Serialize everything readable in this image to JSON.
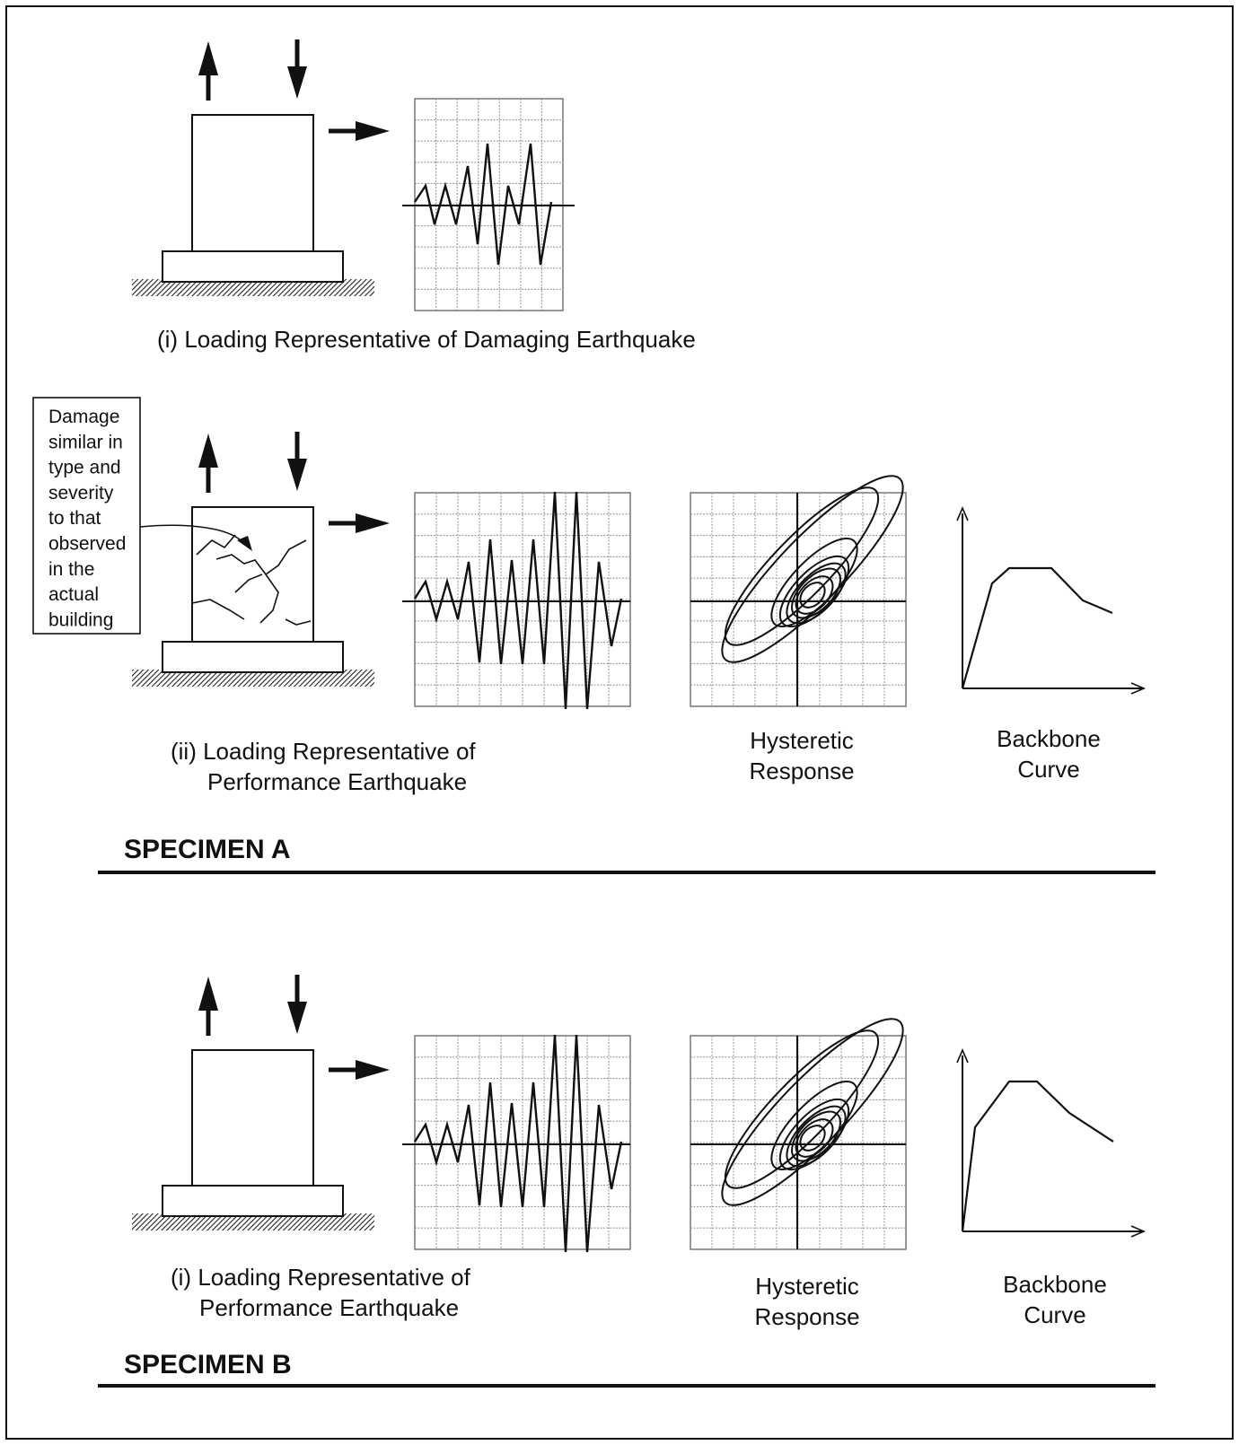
{
  "specimen_a": {
    "heading": "SPECIMEN A",
    "caption_damaging": "(i) Loading Representative of Damaging Earthquake",
    "caption_performance_line1": "(ii) Loading Representative of",
    "caption_performance_line2": "Performance Earthquake",
    "damage_note": [
      "Damage",
      "similar in",
      "type and",
      "severity",
      "to that",
      "observed",
      "in the",
      "actual",
      "building"
    ],
    "hysteretic_label_line1": "Hysteretic",
    "hysteretic_label_line2": "Response",
    "backbone_label_line1": "Backbone",
    "backbone_label_line2": "Curve"
  },
  "specimen_b": {
    "heading": "SPECIMEN B",
    "caption_performance_line1": "(i) Loading Representative of",
    "caption_performance_line2": "Performance Earthquake",
    "hysteretic_label_line1": "Hysteretic",
    "hysteretic_label_line2": "Response",
    "backbone_label_line1": "Backbone",
    "backbone_label_line2": "Curve"
  },
  "colors": {
    "ink": "#111111",
    "grid_minor": "#9a9a9a",
    "grid_major": "#6d6d6d",
    "ground_hatch": "#222222"
  }
}
